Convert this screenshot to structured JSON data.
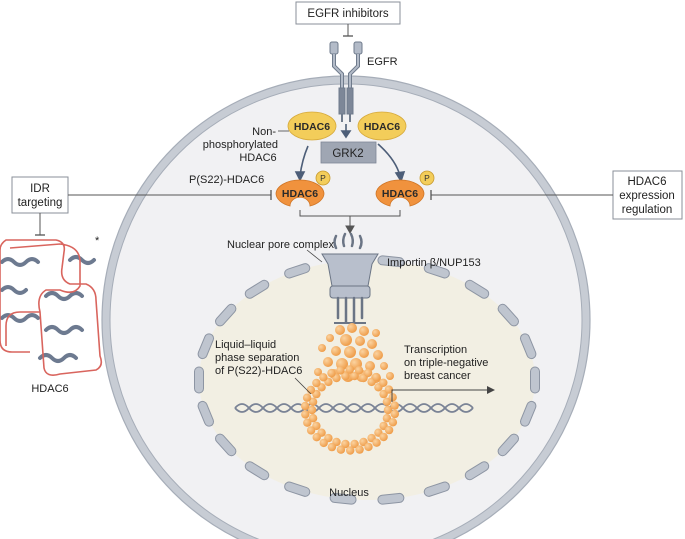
{
  "egfr_inhibitors": "EGFR inhibitors",
  "egfr": "EGFR",
  "hdac6": "HDAC6",
  "non_phosphorylated_hdac6": [
    "Non-",
    "phosphorylated",
    "HDAC6"
  ],
  "grk2": "GRK2",
  "p_s22_hdac6": "P(S22)-HDAC6",
  "phospho": "P",
  "idr_targeting": [
    "IDR",
    "targeting"
  ],
  "hdac6_expression_regulation": [
    "HDAC6",
    "expression",
    "regulation"
  ],
  "nuclear_pore_complex": "Nuclear pore complex",
  "importin": "Importin β/NUP153",
  "llps": [
    "Liquid–liquid",
    "phase separation",
    "of P(S22)-HDAC6"
  ],
  "transcription": [
    "Transcription",
    "on triple-negative",
    "breast cancer"
  ],
  "nucleus": "Nucleus",
  "hdac6_structure_label": "HDAC6",
  "asterisk": "*",
  "colors": {
    "hdac6_yellow": "#f3cd5a",
    "hdac6_orange": "#f0923d",
    "droplet": "#f4a95a",
    "grk2_box": "#9fa6b3",
    "cell_ring": "#b6bcc6",
    "cytoplasm": "#f1f1f3",
    "nucleoplasm": "#f2efe3",
    "idr_red": "#d9655e"
  }
}
